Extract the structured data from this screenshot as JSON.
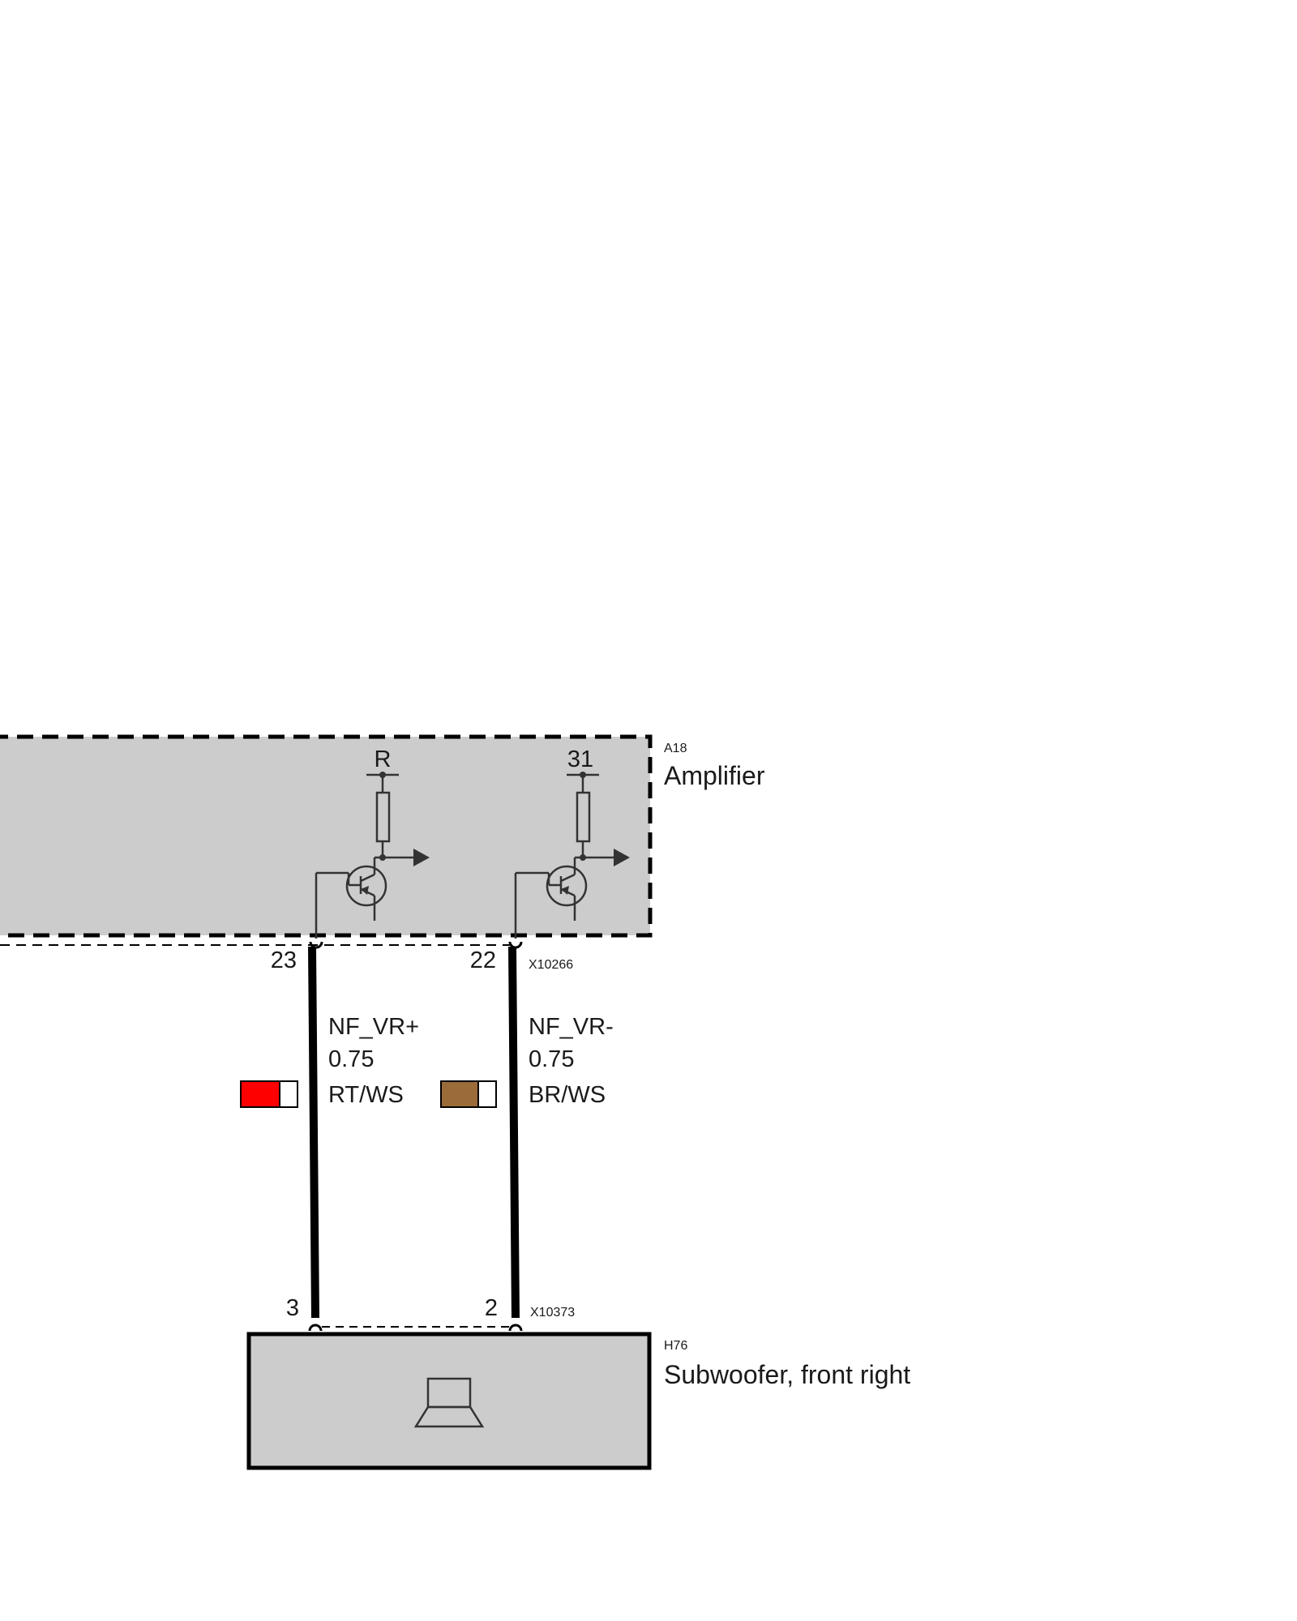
{
  "amplifier": {
    "id": "A18",
    "name": "Amplifier",
    "connector": "X10266",
    "pins": [
      {
        "pin": "23",
        "supply": "R"
      },
      {
        "pin": "22",
        "supply": "31"
      }
    ]
  },
  "subwoofer": {
    "id": "H76",
    "name": "Subwoofer, front right",
    "connector": "X10373",
    "pins": [
      "3",
      "2"
    ]
  },
  "wires": [
    {
      "signal": "NF_VR+",
      "size": "0.75",
      "color_code": "RT/WS",
      "main_color": "#ff0000",
      "stripe_color": "#ffffff"
    },
    {
      "signal": "NF_VR-",
      "size": "0.75",
      "color_code": "BR/WS",
      "main_color": "#9b6b3a",
      "stripe_color": "#ffffff"
    }
  ],
  "colors": {
    "component_fill": "#cccccc",
    "line": "#000000",
    "symbol": "#333333"
  }
}
